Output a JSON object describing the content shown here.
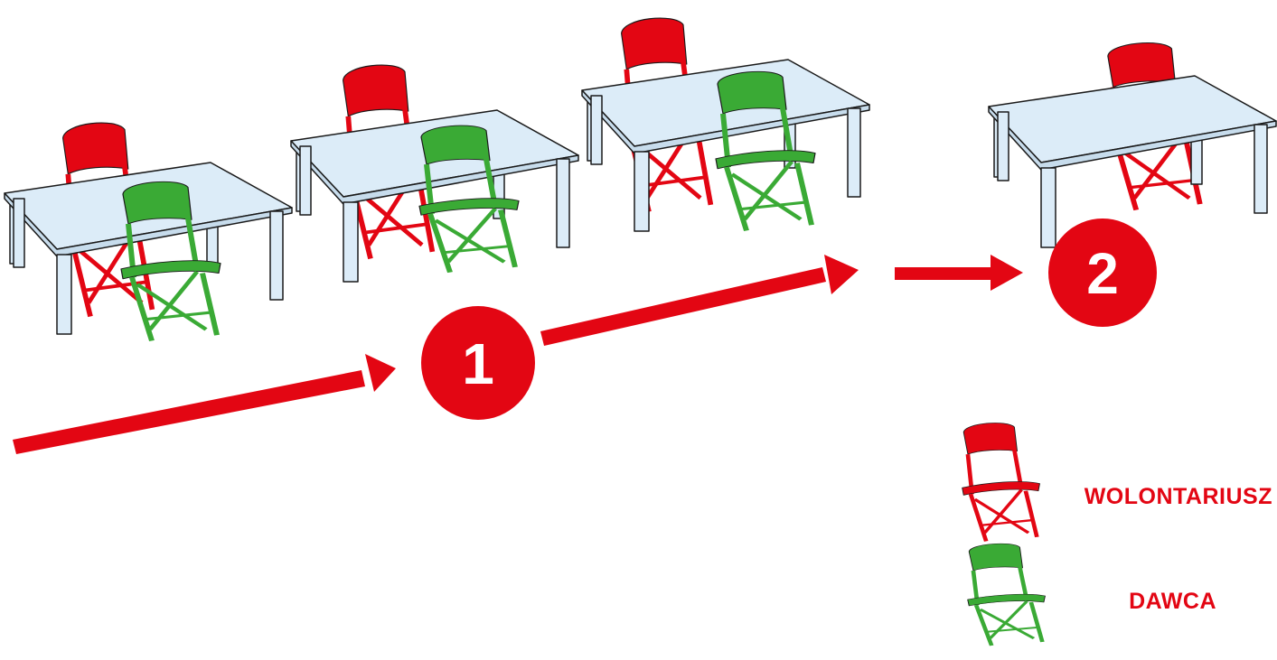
{
  "colors": {
    "accent": "#e30613",
    "volunteer": "#e30613",
    "donor": "#3aaa35",
    "table_top": "#dcecf8",
    "outline": "#1a1a1a"
  },
  "steps": [
    {
      "number": "1"
    },
    {
      "number": "2"
    }
  ],
  "legend": [
    {
      "label": "WOLONTARIUSZ",
      "color": "#e30613",
      "icon": "red-chair-icon"
    },
    {
      "label": "DAWCA",
      "color": "#e30613",
      "icon": "green-chair-icon"
    }
  ],
  "stations": [
    {
      "volunteer": true,
      "donor": true
    },
    {
      "volunteer": true,
      "donor": true
    },
    {
      "volunteer": true,
      "donor": true
    },
    {
      "volunteer": true,
      "donor": false
    }
  ]
}
